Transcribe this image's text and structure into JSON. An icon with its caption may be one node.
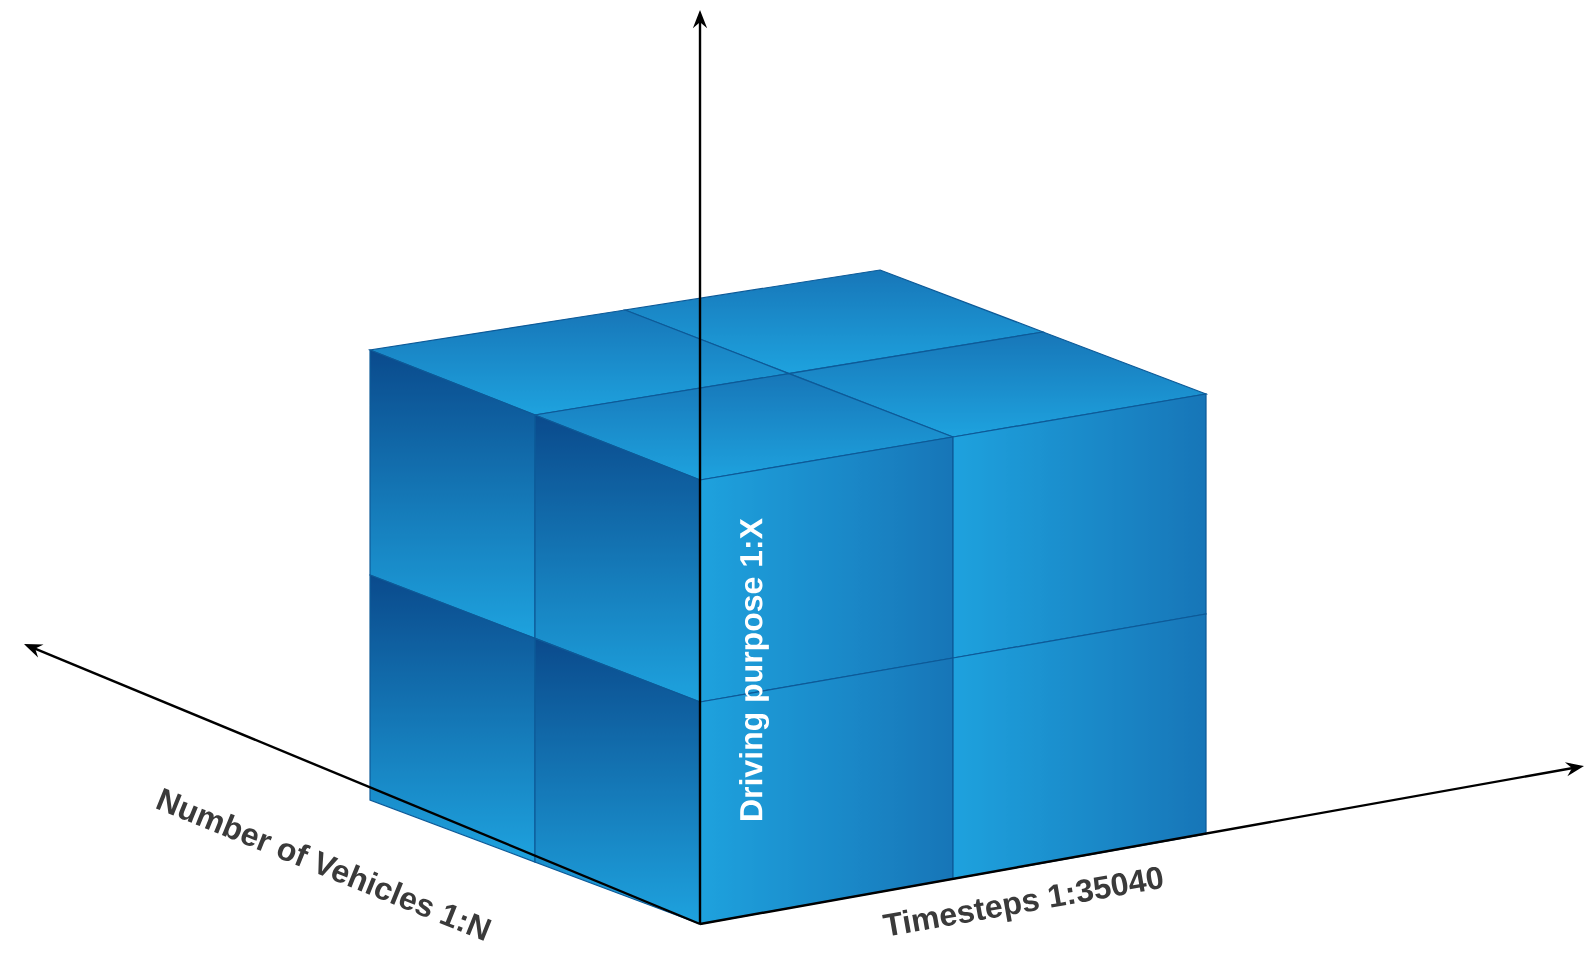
{
  "diagram": {
    "labels": [
      "Driving purpose 1:X",
      "Number of Vehicles 1:N",
      "Timesteps 1:35040"
    ]
  }
}
